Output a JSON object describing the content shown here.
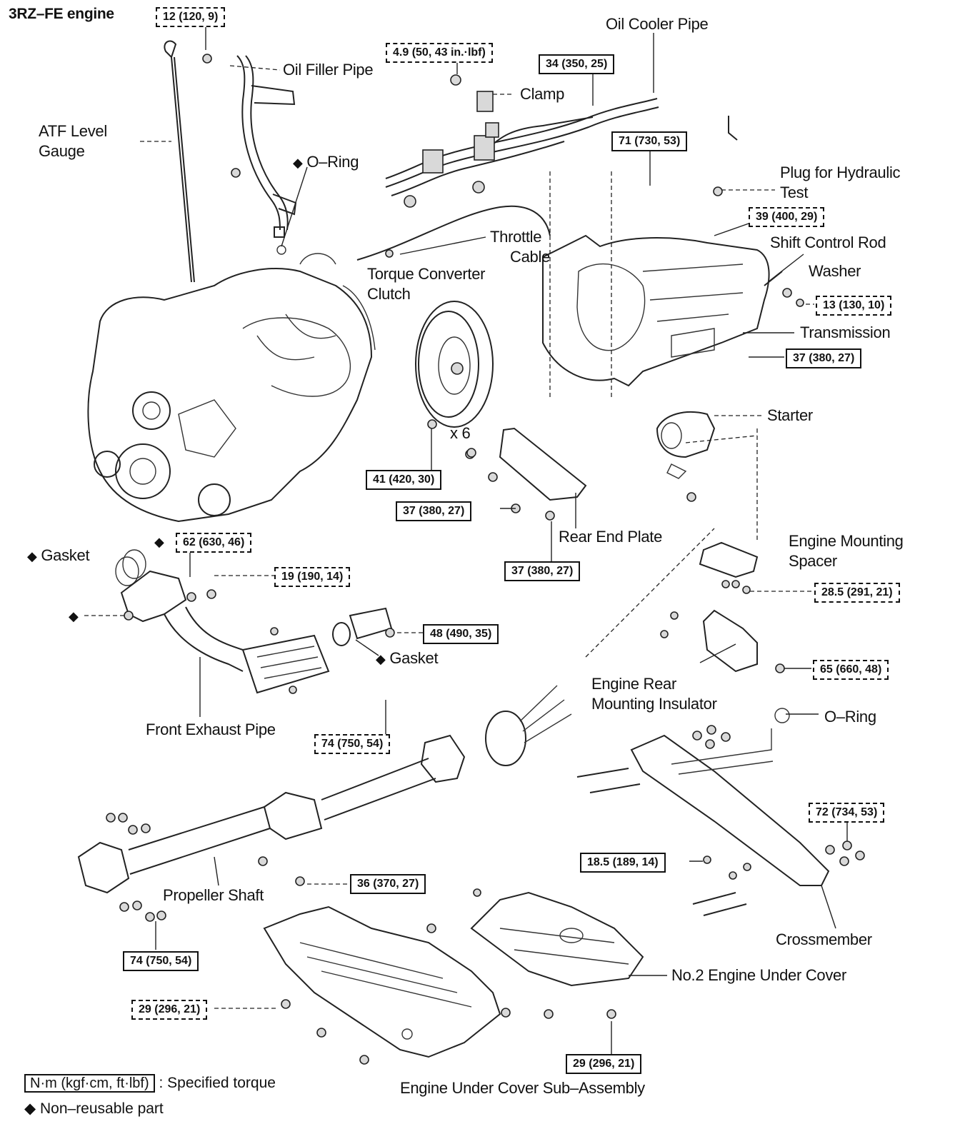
{
  "heading": "3RZ–FE engine",
  "parts": {
    "oil_filler_pipe": "Oil Filler Pipe",
    "oil_cooler_pipe": "Oil Cooler Pipe",
    "clamp": "Clamp",
    "atf_gauge_1": "ATF Level",
    "atf_gauge_2": "Gauge",
    "o_ring_1": "O–Ring",
    "plug_1": "Plug for Hydraulic",
    "plug_2": "Test",
    "throttle_1": "Throttle",
    "throttle_2": "Cable",
    "shift_rod": "Shift Control Rod",
    "torque_conv_1": "Torque Converter",
    "torque_conv_2": "Clutch",
    "washer": "Washer",
    "transmission": "Transmission",
    "starter": "Starter",
    "x6": "x 6",
    "rear_end_plate": "Rear End Plate",
    "gasket_1": "Gasket",
    "engine_mount_1": "Engine Mounting",
    "engine_mount_2": "Spacer",
    "gasket_2": "Gasket",
    "rear_insulator_1": "Engine Rear",
    "rear_insulator_2": "Mounting Insulator",
    "front_exhaust": "Front Exhaust Pipe",
    "o_ring_2": "O–Ring",
    "propeller_shaft": "Propeller Shaft",
    "crossmember": "Crossmember",
    "no2_cover": "No.2 Engine Under Cover",
    "under_cover": "Engine Under Cover Sub–Assembly"
  },
  "torques": {
    "t_12": "12 (120, 9)",
    "t_4_9": "4.9 (50, 43 in.·lbf)",
    "t_34": "34 (350, 25)",
    "t_71": "71 (730, 53)",
    "t_39": "39 (400, 29)",
    "t_13": "13 (130, 10)",
    "t_37a": "37 (380, 27)",
    "t_41": "41 (420, 30)",
    "t_37b": "37 (380, 27)",
    "t_37c": "37 (380, 27)",
    "t_62": "62 (630, 46)",
    "t_19": "19 (190, 14)",
    "t_28_5": "28.5 (291, 21)",
    "t_48": "48 (490, 35)",
    "t_65": "65 (660, 48)",
    "t_74a": "74 (750, 54)",
    "t_72": "72 (734, 53)",
    "t_18_5": "18.5 (189, 14)",
    "t_36": "36 (370, 27)",
    "t_74b": "74 (750, 54)",
    "t_29a": "29 (296, 21)",
    "t_29b": "29 (296, 21)"
  },
  "legend": {
    "unit": "N·m (kgf·cm, ft·lbf)",
    "specified": ": Specified torque",
    "non_reusable": "◆ Non–reusable part"
  },
  "marks": {
    "diamond": "◆"
  }
}
